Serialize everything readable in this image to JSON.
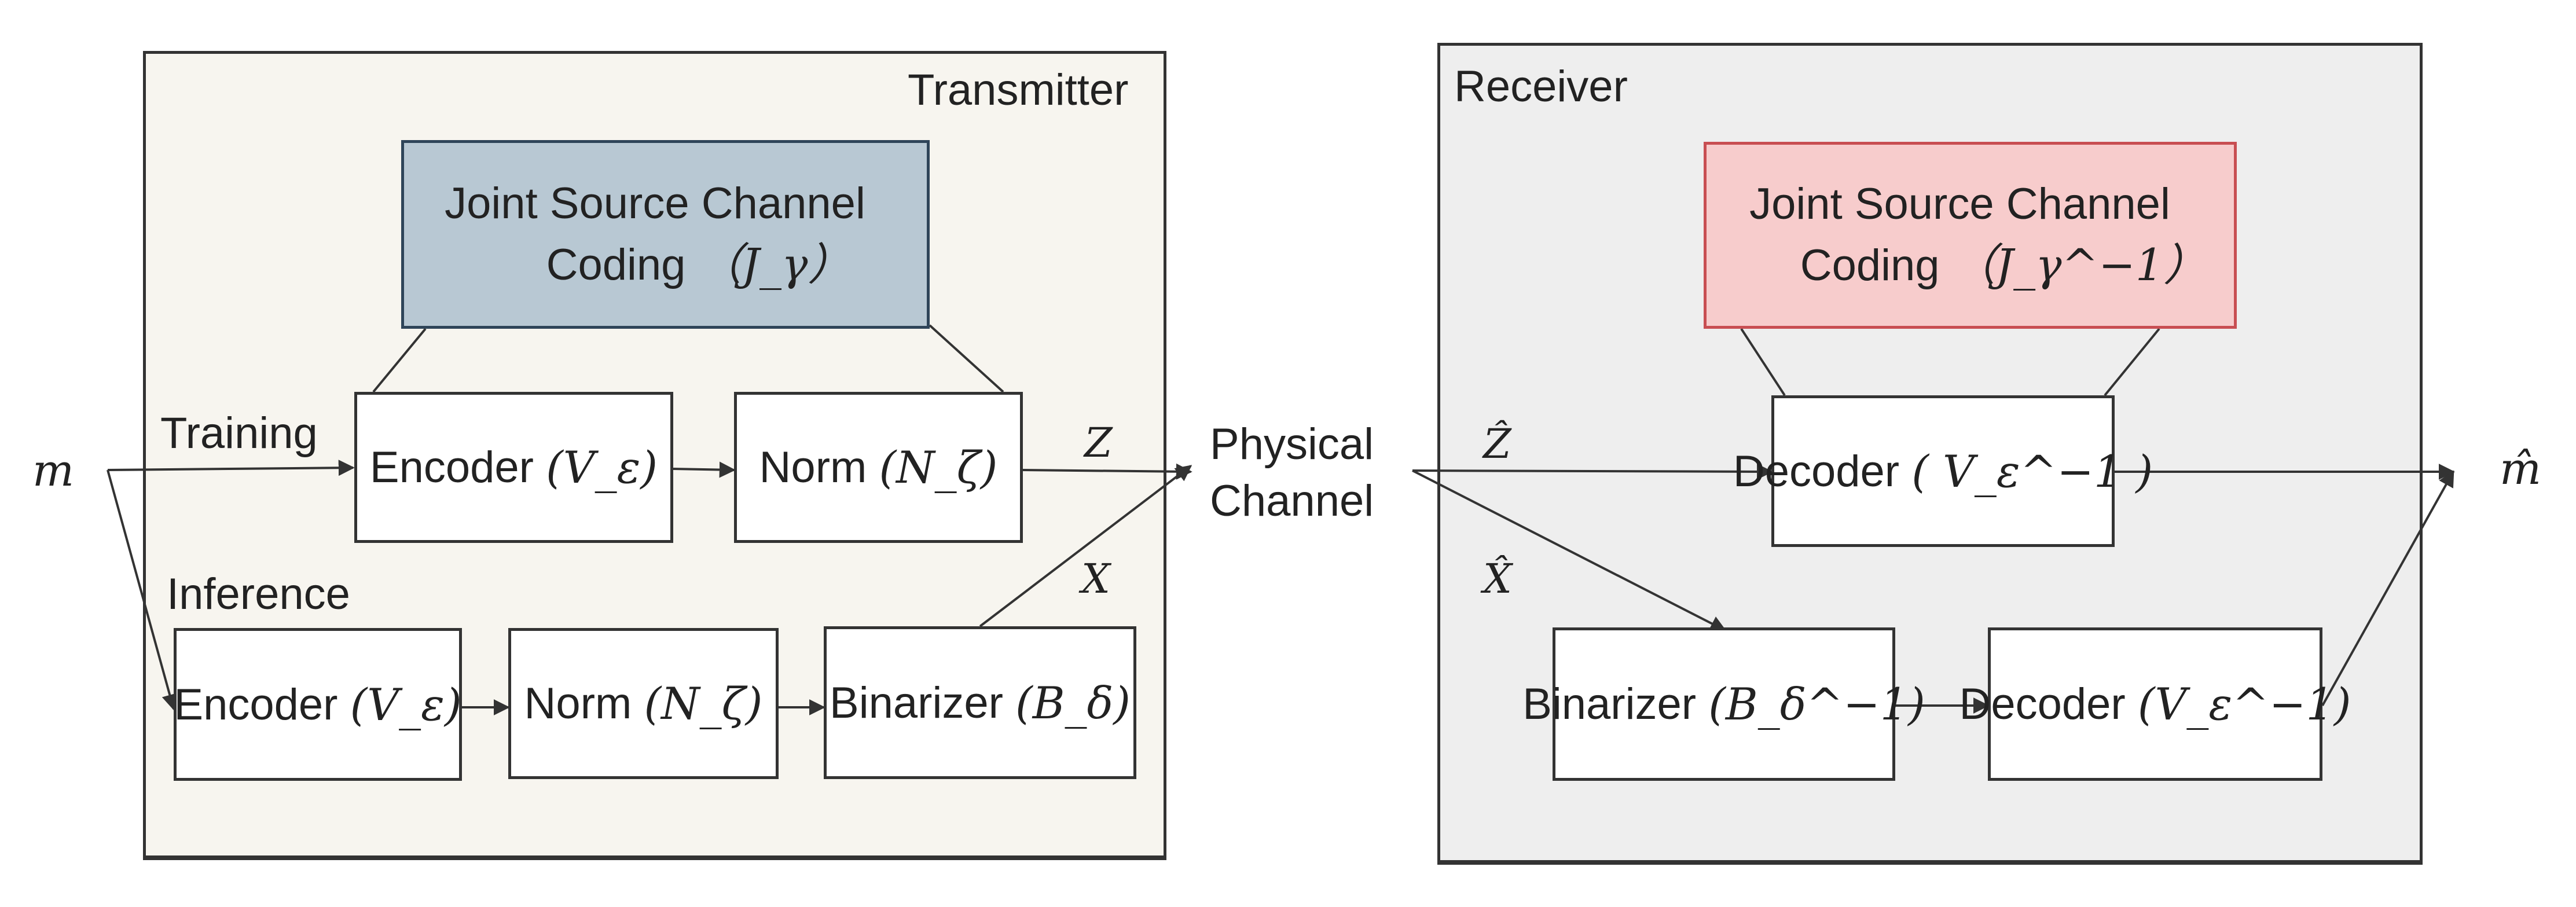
{
  "transmitter": {
    "title": "Transmitter",
    "jscc": {
      "line1": "Joint Source Channel",
      "line2": "Coding",
      "symbol": "（J_γ）"
    },
    "training": {
      "label": "Training",
      "encoder": {
        "name": "Encoder",
        "symbol": "(V_ε)"
      },
      "norm": {
        "name": "Norm",
        "symbol": "(N_ζ)"
      },
      "output": "Z"
    },
    "inference": {
      "label": "Inference",
      "encoder": {
        "name": "Encoder",
        "symbol": "(V_ε)"
      },
      "norm": {
        "name": "Norm",
        "symbol": "(N_ζ)"
      },
      "binarizer": {
        "name": "Binarizer",
        "symbol": "(B_δ)"
      },
      "output": "X"
    }
  },
  "input_symbol": "m",
  "channel": {
    "line1": "Physical",
    "line2": "Channel"
  },
  "receiver": {
    "title": "Receiver",
    "jscc": {
      "line1": "Joint Source Channel",
      "line2": "Coding",
      "symbol": "（J_γ^−1）"
    },
    "training": {
      "input": "Ẑ",
      "decoder": {
        "name": "Decoder",
        "symbol": "( V_ε^−1 )"
      }
    },
    "inference": {
      "input": "X̂",
      "binarizer": {
        "name": "Binarizer",
        "symbol": "(B_δ^−1)"
      },
      "decoder": {
        "name": "Decoder",
        "symbol": "(V_ε^−1)"
      }
    }
  },
  "output_symbol": "m̂",
  "colors": {
    "tx_panel": "#f7f5ef",
    "rx_panel": "#eeeeee",
    "jscc_tx_fill": "#b8c8d3",
    "jscc_tx_border": "#2f4559",
    "jscc_rx_fill": "#f7cccc",
    "jscc_rx_border": "#c84e52",
    "stroke": "#333333"
  }
}
